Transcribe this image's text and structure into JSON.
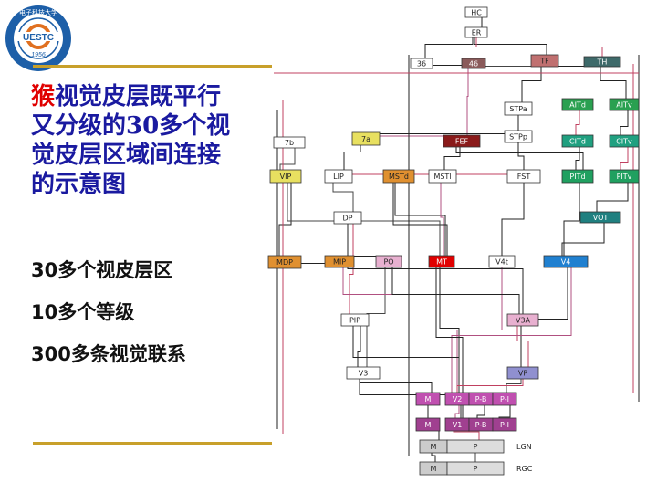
{
  "logo": {
    "text": "UESTC",
    "year": "1956",
    "arc_text": "电子科技大学"
  },
  "title": {
    "red_part": "猴",
    "blue_part": "视觉皮层既平行又分级的30多个视觉皮层区域间连接的示意图"
  },
  "bullets": [
    "30多个视皮层区",
    "10多个等级",
    "300多条视觉联系"
  ],
  "diagram": {
    "areas": [
      {
        "id": "HC",
        "label": "HC",
        "color": "#ffffff"
      },
      {
        "id": "ER",
        "label": "ER",
        "color": "#ffffff"
      },
      {
        "id": "36",
        "label": "36",
        "color": "#ffffff"
      },
      {
        "id": "46",
        "label": "46",
        "color": "#8a5a5a"
      },
      {
        "id": "TF",
        "label": "TF",
        "color": "#c07070"
      },
      {
        "id": "TH",
        "label": "TH",
        "color": "#3e6a6a"
      },
      {
        "id": "STPa",
        "label": "STPa",
        "color": "#ffffff"
      },
      {
        "id": "AITd",
        "label": "AITd",
        "color": "#2aa050"
      },
      {
        "id": "AITv",
        "label": "AITv",
        "color": "#2aa050"
      },
      {
        "id": "7b",
        "label": "7b",
        "color": "#ffffff"
      },
      {
        "id": "7a",
        "label": "7a",
        "color": "#e8e060"
      },
      {
        "id": "FEF",
        "label": "FEF",
        "color": "#8a1a1a"
      },
      {
        "id": "STPp",
        "label": "STPp",
        "color": "#ffffff"
      },
      {
        "id": "CITd",
        "label": "CITd",
        "color": "#20a080"
      },
      {
        "id": "CITv",
        "label": "CITv",
        "color": "#20a080"
      },
      {
        "id": "VIP",
        "label": "VIP",
        "color": "#e8e060"
      },
      {
        "id": "LIP",
        "label": "LIP",
        "color": "#ffffff"
      },
      {
        "id": "MSTd",
        "label": "MSTd",
        "color": "#e09030"
      },
      {
        "id": "MSTl",
        "label": "MSTl",
        "color": "#ffffff"
      },
      {
        "id": "FST",
        "label": "FST",
        "color": "#ffffff"
      },
      {
        "id": "PITd",
        "label": "PITd",
        "color": "#20a060"
      },
      {
        "id": "PITv",
        "label": "PITv",
        "color": "#20a060"
      },
      {
        "id": "DP",
        "label": "DP",
        "color": "#ffffff"
      },
      {
        "id": "VOT",
        "label": "VOT",
        "color": "#208080"
      },
      {
        "id": "MDP",
        "label": "MDP",
        "color": "#e09030"
      },
      {
        "id": "MIP",
        "label": "MIP",
        "color": "#e09030"
      },
      {
        "id": "PO",
        "label": "PO",
        "color": "#e8b0d0"
      },
      {
        "id": "MT",
        "label": "MT",
        "color": "#e00000"
      },
      {
        "id": "V4t",
        "label": "V4t",
        "color": "#ffffff"
      },
      {
        "id": "V4",
        "label": "V4",
        "color": "#2080d0"
      },
      {
        "id": "PIP",
        "label": "PIP",
        "color": "#ffffff"
      },
      {
        "id": "V3A",
        "label": "V3A",
        "color": "#e8b0d0"
      },
      {
        "id": "V3",
        "label": "V3",
        "color": "#ffffff"
      },
      {
        "id": "VP",
        "label": "VP",
        "color": "#9090d0"
      },
      {
        "id": "M2",
        "label": "M",
        "color": "#c050b0"
      },
      {
        "id": "V2",
        "label": "V2",
        "color": "#c050b0"
      },
      {
        "id": "PB2",
        "label": "P-B",
        "color": "#c050b0"
      },
      {
        "id": "PI2",
        "label": "P-I",
        "color": "#c050b0"
      },
      {
        "id": "M1",
        "label": "M",
        "color": "#a04090"
      },
      {
        "id": "V1",
        "label": "V1",
        "color": "#a04090"
      },
      {
        "id": "PB1",
        "label": "P-B",
        "color": "#a04090"
      },
      {
        "id": "PI1",
        "label": "P-I",
        "color": "#a04090"
      },
      {
        "id": "LGN_M",
        "label": "M",
        "color": "#cccccc"
      },
      {
        "id": "LGN_P",
        "label": "P",
        "color": "#dddddd"
      },
      {
        "id": "RGC_M",
        "label": "M",
        "color": "#cccccc"
      },
      {
        "id": "RGC_P",
        "label": "P",
        "color": "#dddddd"
      }
    ],
    "layer_labels": [
      "LGN",
      "RGC"
    ]
  }
}
